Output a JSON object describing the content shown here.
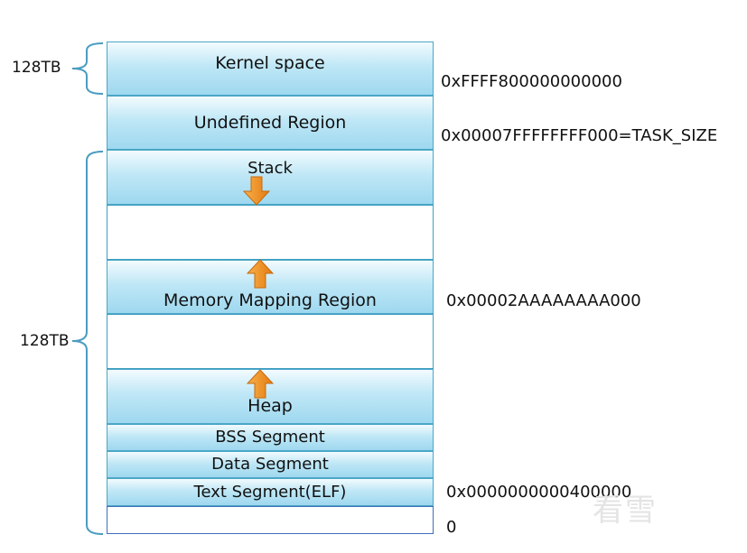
{
  "regions": {
    "kernel": "Kernel space",
    "undefined": "Undefined Region",
    "stack": "Stack",
    "mmap": "Memory Mapping Region",
    "heap": "Heap",
    "bss": "BSS Segment",
    "data": "Data Segment",
    "text": "Text Segment(ELF)"
  },
  "addresses": {
    "kernel_start": "0xFFFF800000000000",
    "task_size": "0x00007FFFFFFFF000=TASK_SIZE",
    "mmap_base": "0x00002AAAAAAAA000",
    "text_start": "0x0000000000400000",
    "zero": "0"
  },
  "brackets": {
    "kernel_size": "128TB",
    "user_size": "128TB"
  },
  "watermark": "看雪",
  "colors": {
    "segment_fill": "#bfe7f6",
    "segment_border": "#4aa7c6",
    "arrow": "#f08c1e",
    "bracket": "#4a9cc0"
  }
}
